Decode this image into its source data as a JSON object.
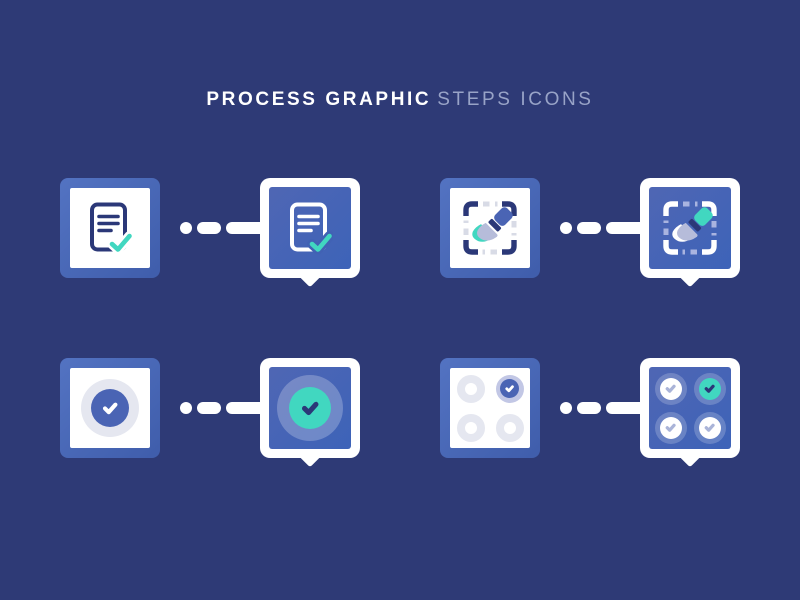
{
  "title": {
    "bold": "PROCESS GRAPHIC",
    "light": "STEPS ICONS"
  },
  "colors": {
    "background": "#2e3a76",
    "tile_border_light": "#5373c2",
    "tile_border_dark": "#3f5dab",
    "inner_blue_light": "#4f66b4",
    "inner_blue_dark": "#3d63b8",
    "white": "#ffffff",
    "navy": "#2b3878",
    "teal": "#41d7c0",
    "light_gray": "#e5e7f0",
    "lavender": "#c2c7e5",
    "check_lavender": "#aab4d8",
    "accent_blue": "#4a64b4",
    "ferrule": "#b6bcda",
    "dash_light": "#d8dbe6",
    "dash_dark": "#a9b4e0",
    "halo_blue": "#4162b4",
    "title_light": "#98a3c7"
  },
  "steps": [
    {
      "id": "document-check",
      "icon": "document-check-icon"
    },
    {
      "id": "brush-selection",
      "icon": "brush-selection-icon"
    },
    {
      "id": "check-circle",
      "icon": "check-circle-icon"
    },
    {
      "id": "multi-check-grid",
      "icon": "multi-check-grid-icon"
    }
  ]
}
